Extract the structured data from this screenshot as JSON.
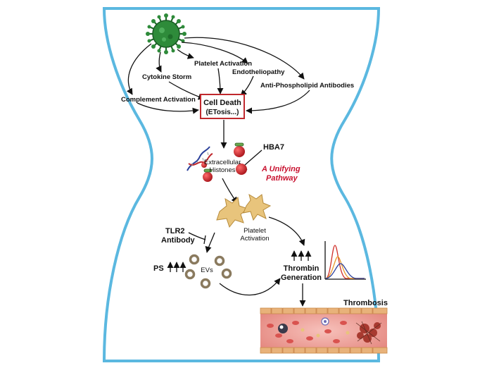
{
  "labels": {
    "platelet_activation_top": "Platelet Activation",
    "cytokine_storm": "Cytokine Storm",
    "endotheliopathy": "Endotheliopathy",
    "anti_phospholipid": "Anti-Phospholipid Antibodies",
    "complement_activation": "Complement Activation",
    "cell_death_line1": "Cell Death",
    "cell_death_line2": "(ETosis...)",
    "hba7": "HBA7",
    "extracellular_line1": "Extracellular",
    "extracellular_line2": "Histones",
    "unifying_line1": "A Unifying",
    "unifying_line2": "Pathway",
    "tlr2_line1": "TLR2",
    "tlr2_line2": "Antibody",
    "platelet_activation_mid_line1": "Platelet",
    "platelet_activation_mid_line2": "Activation",
    "ps": "PS",
    "evs": "EVs",
    "thrombin_line1": "Thrombin",
    "thrombin_line2": "Generation",
    "thrombosis": "Thrombosis"
  },
  "colors": {
    "frame": "#5bb8e0",
    "cell_death_box": "#c0282d",
    "unifying_text": "#c8102e",
    "virus": "#2e8b3a",
    "histone": "#d21f26",
    "platelet": "#e8c47c",
    "ev_ring": "#8a7a5e",
    "vessel": "#f2a6a0",
    "curve_red": "#d0302a",
    "curve_orange": "#e89a2c",
    "curve_blue": "#2a3f9a"
  },
  "icons": [
    "virus-icon",
    "dna-icon",
    "histone-icon",
    "platelet-icon",
    "ev-icon",
    "blood-vessel-icon",
    "thrombin-curve-icon"
  ]
}
